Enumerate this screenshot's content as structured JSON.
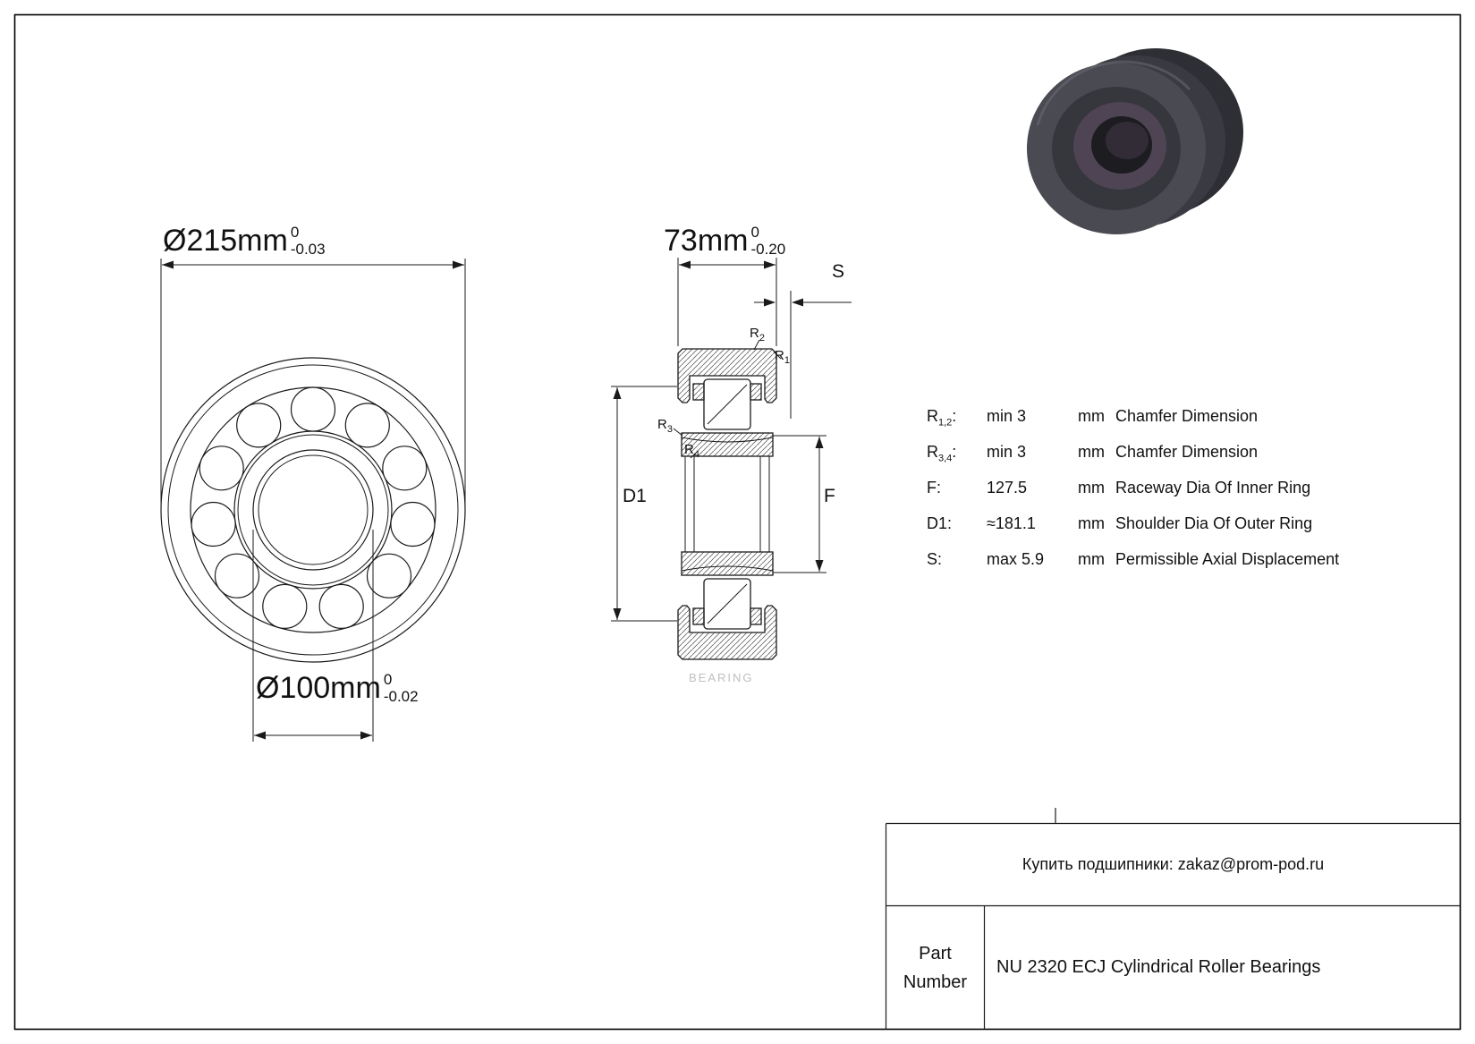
{
  "front_view": {
    "outer_dim": {
      "main": "Ø215mm",
      "tol_top": "0",
      "tol_bottom": "-0.03"
    },
    "bore_dim": {
      "main": "Ø100mm",
      "tol_top": "0",
      "tol_bottom": "-0.02"
    }
  },
  "section_view": {
    "width_dim": {
      "main": "73mm",
      "tol_top": "0",
      "tol_bottom": "-0.20"
    },
    "labels": {
      "s": "S",
      "d1": "D1",
      "f": "F",
      "r1": {
        "base": "R",
        "sub": "1"
      },
      "r2": {
        "base": "R",
        "sub": "2"
      },
      "r3": {
        "base": "R",
        "sub": "3"
      },
      "r4": {
        "base": "R",
        "sub": "4"
      }
    },
    "watermark": "BEARING"
  },
  "spec_table": {
    "rows": [
      {
        "param_base": "R",
        "param_sub": "1,2",
        "param_suffix": ":",
        "value": "min 3",
        "unit": "mm",
        "desc": "Chamfer Dimension"
      },
      {
        "param_base": "R",
        "param_sub": "3,4",
        "param_suffix": ":",
        "value": "min 3",
        "unit": "mm",
        "desc": "Chamfer Dimension"
      },
      {
        "param_base": "F",
        "param_sub": "",
        "param_suffix": ":",
        "value": "127.5",
        "unit": "mm",
        "desc": "Raceway Dia Of Inner Ring"
      },
      {
        "param_base": "D1",
        "param_sub": "",
        "param_suffix": ":",
        "value": "≈181.1",
        "unit": "mm",
        "desc": "Shoulder Dia Of Outer Ring"
      },
      {
        "param_base": "S",
        "param_sub": "",
        "param_suffix": ":",
        "value": "max 5.9",
        "unit": "mm",
        "desc": "Permissible Axial Displacement"
      }
    ]
  },
  "title_block": {
    "contact": "Купить подшипники: zakaz@prom-pod.ru",
    "part_label_line1": "Part",
    "part_label_line2": "Number",
    "part_name": "NU 2320 ECJ Cylindrical Roller Bearings"
  },
  "render_colors": {
    "body_back": "#2e2e35",
    "body_wall": "#3a3a42",
    "body_face": "#4a4a52",
    "groove": "#36363d",
    "inner_face": "#4f4454",
    "bore_dark": "#1c1c21",
    "bore_sheen": "#453a49"
  }
}
